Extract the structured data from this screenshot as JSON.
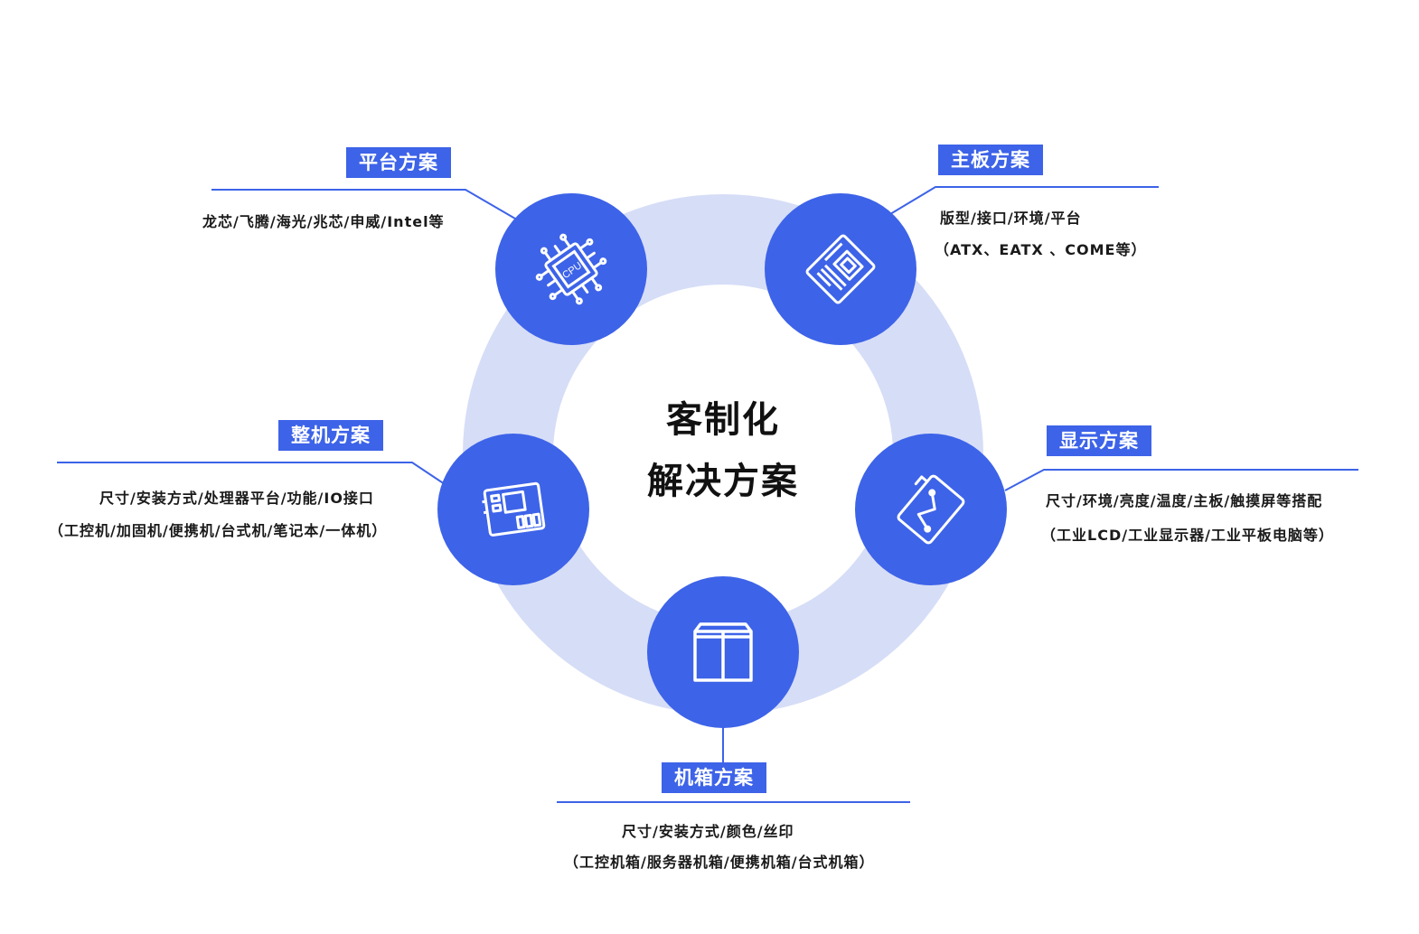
{
  "center": {
    "line1": "客制化",
    "line2": "解决方案"
  },
  "colors": {
    "node": "#3d63e8",
    "ring": "#d6ddf7",
    "line": "#3d63e8"
  },
  "nodes": [
    {
      "key": "platform",
      "icon": "cpu-icon",
      "tag": "平台方案",
      "desc1": "龙芯/飞腾/海光/兆芯/申威/Intel等",
      "desc2": ""
    },
    {
      "key": "motherboard",
      "icon": "motherboard-icon",
      "tag": "主板方案",
      "desc1": "版型/接口/环境/平台",
      "desc2": "（ATX、EATX 、COME等）"
    },
    {
      "key": "system",
      "icon": "board-module-icon",
      "tag": "整机方案",
      "desc1": "尺寸/安装方式/处理器平台/功能/IO接口",
      "desc2": "（工控机/加固机/便携机/台式机/笔记本/一体机）"
    },
    {
      "key": "display",
      "icon": "display-panel-icon",
      "tag": "显示方案",
      "desc1": "尺寸/环境/亮度/温度/主板/触摸屏等搭配",
      "desc2": "（工业LCD/工业显示器/工业平板电脑等）"
    },
    {
      "key": "chassis",
      "icon": "chassis-box-icon",
      "tag": "机箱方案",
      "desc1": "尺寸/安装方式/颜色/丝印",
      "desc2": "（工控机箱/服务器机箱/便携机箱/台式机箱）"
    }
  ]
}
